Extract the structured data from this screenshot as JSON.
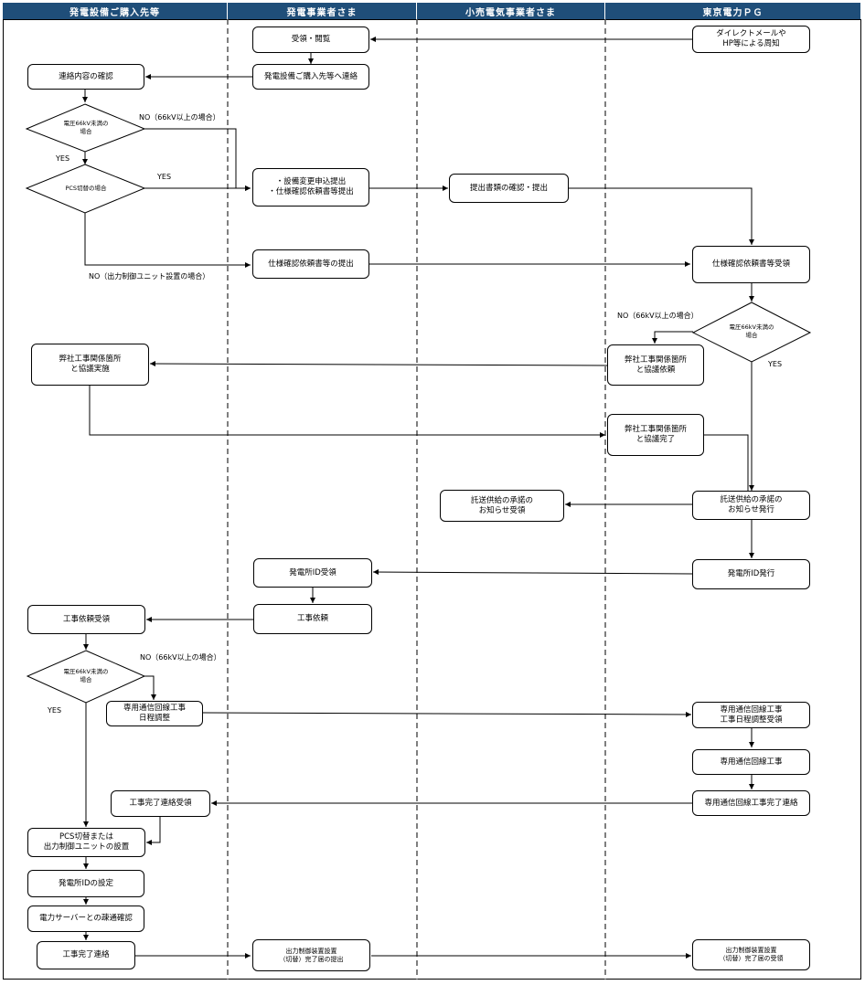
{
  "lanes": [
    "発電設備ご購入先等",
    "発電事業者さま",
    "小売電気事業者さま",
    "東京電力ＰＧ"
  ],
  "nodes": {
    "uketori": "受領・閲覧",
    "dm": "ダイレクトメールや\nHP等による周知",
    "renraku_sakimade": "発電設備ご購入先等へ連絡",
    "renraku_kakunin": "連絡内容の確認",
    "setsubi_henko": "・設備変更申込提出\n・仕様確認依頼書等提出",
    "teishutsu_kakunin": "提出書類の確認・提出",
    "shiyo_teishutsu": "仕様確認依頼書等の提出",
    "shiyo_juryo": "仕様確認依頼書等受領",
    "kyogi_jisshi": "弊社工事関係箇所\nと協議実施",
    "kyogi_irai": "弊社工事関係箇所\nと協議依頼",
    "kyogi_kanryo": "弊社工事関係箇所\nと協議完了",
    "oshirase_juryo": "託送供給の承諾の\nお知らせ受領",
    "oshirase_hakko": "託送供給の承諾の\nお知らせ発行",
    "id_juryo": "発電所ID受領",
    "id_hakko": "発電所ID発行",
    "koji_irai": "工事依頼",
    "koji_irai_juryo": "工事依頼受領",
    "tsushin_chosei": "専用通信回線工事\n日程調整",
    "tsushin_chosei_juryo": "専用通信回線工事\n工事日程調整受領",
    "tsushin_koji": "専用通信回線工事",
    "tsushin_kanryo_renraku": "専用通信回線工事完了連絡",
    "kanryo_juryo": "工事完了連絡受領",
    "pcs_setchi": "PCS切替または\n出力制御ユニットの設置",
    "id_settei": "発電所IDの設定",
    "sotsu_kakunin": "電力サーバーとの疎通確認",
    "koji_kanryo_renraku": "工事完了連絡",
    "seigyo_teishutsu": "出力制御装置設置\n（切替）完了届の提出",
    "seigyo_juryo": "出力制御装置設置\n（切替）完了届の受領"
  },
  "decisions": {
    "d1": "電圧66kV未満の\n場合",
    "d2": "PCS切替の場合",
    "d3": "電圧66kV未満の\n場合",
    "d4": "電圧66kV未満の\n場合"
  },
  "edge_labels": {
    "no_66kv_a": "NO（66kV以上の場合）",
    "yes_a": "YES",
    "yes_b": "YES",
    "no_unit": "NO（出力制御ユニット設置の場合）",
    "no_66kv_b": "NO（66kV以上の場合）",
    "yes_c": "YES",
    "no_66kv_c": "NO（66kV以上の場合）",
    "yes_d": "YES"
  },
  "colors": {
    "header_bg": "#1f4e79",
    "header_text": "#ffffff",
    "line": "#000000",
    "lane_divider": "#555555"
  }
}
